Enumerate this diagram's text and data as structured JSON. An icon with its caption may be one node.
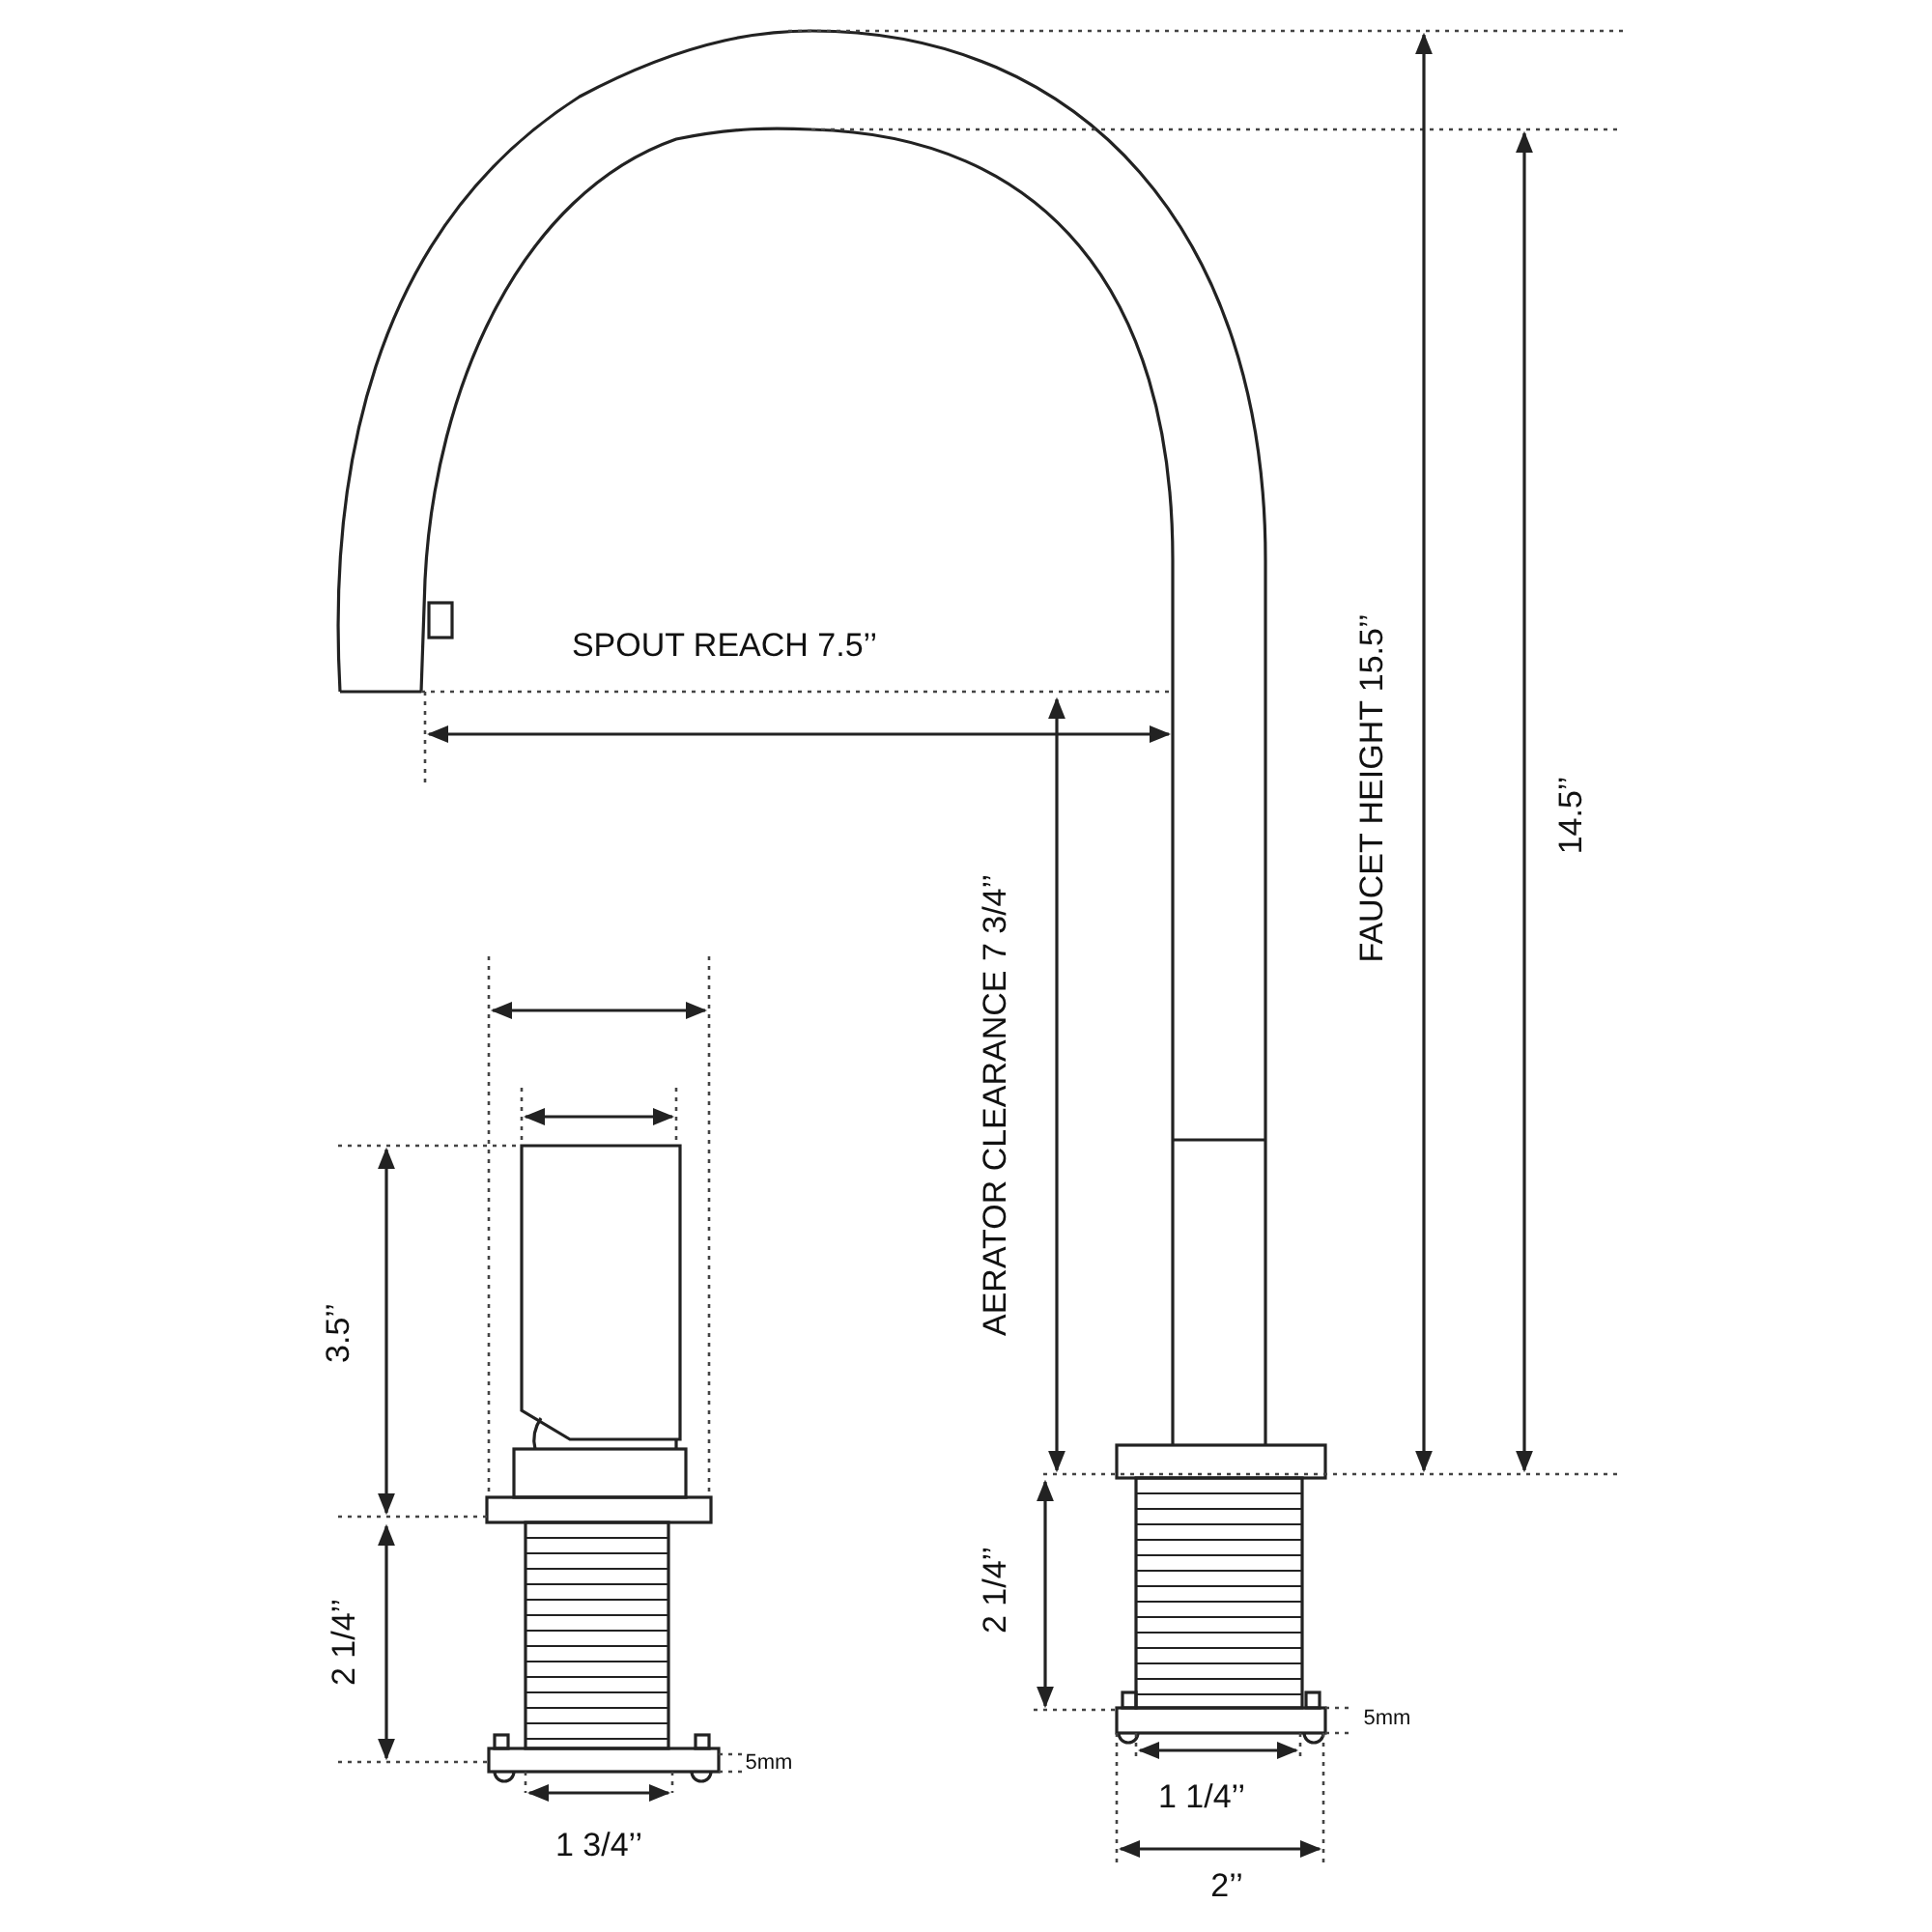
{
  "diagram": {
    "labels": [
      "SPOUT REACH 7.5’’",
      "AERATOR CLEARANCE  7 3/4’’",
      "FAUCET HEIGHT  15.5’’",
      "14.5’’",
      "3.5’’",
      "2 1/4’’",
      "2 1/4’’",
      "5mm",
      "5mm",
      "1 3/4’’",
      "1 1/4’’",
      "2’’"
    ]
  }
}
